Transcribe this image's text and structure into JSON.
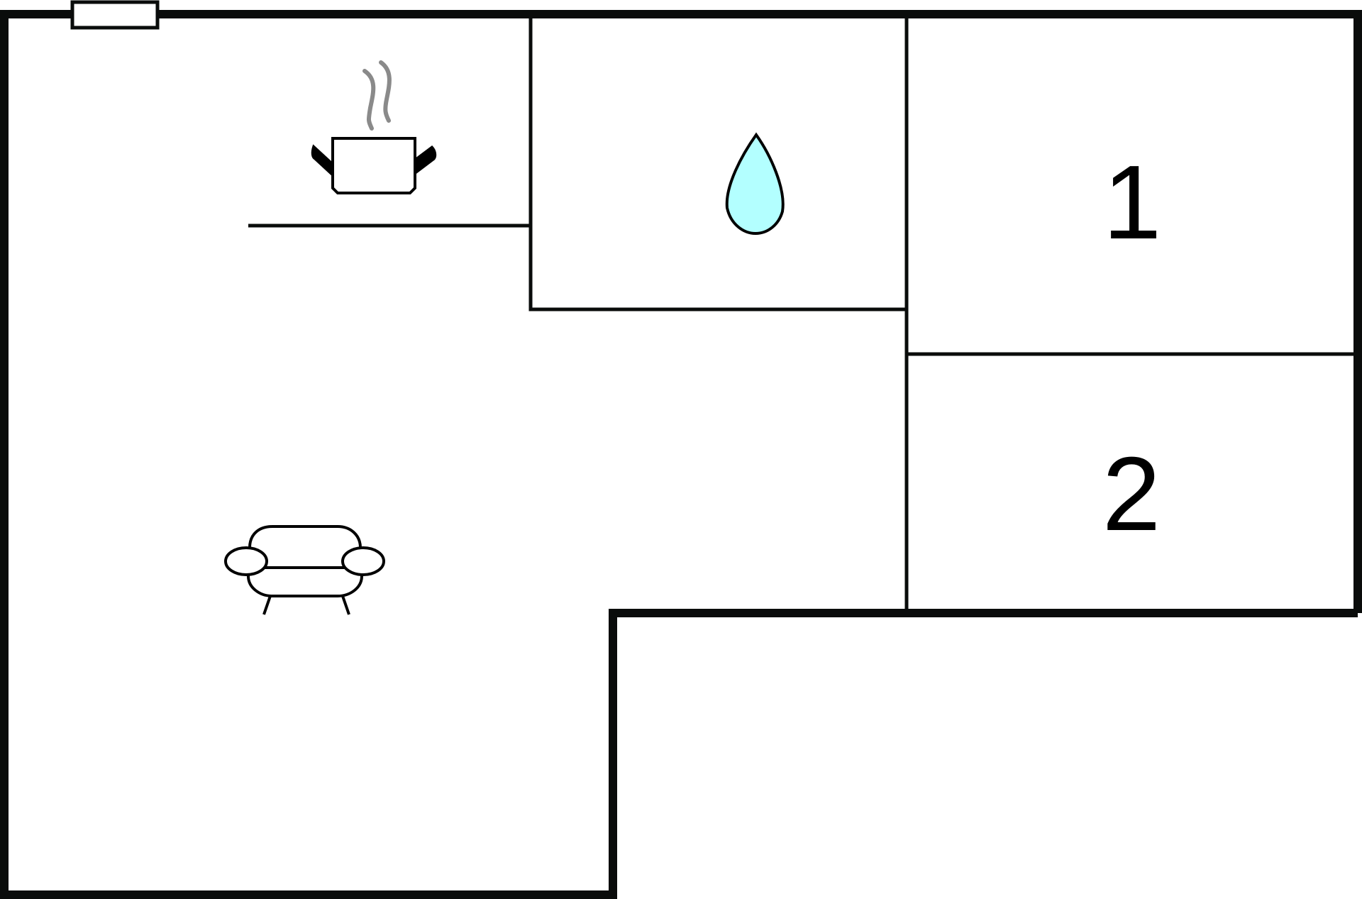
{
  "floor_plan": {
    "rooms": [
      {
        "id": "bedroom-1",
        "number": "1"
      },
      {
        "id": "bedroom-2",
        "number": "2"
      }
    ],
    "icons": [
      {
        "name": "cooking-pot-icon",
        "room": "kitchen"
      },
      {
        "name": "water-drop-icon",
        "room": "bathroom"
      },
      {
        "name": "sofa-icon",
        "room": "living-room"
      },
      {
        "name": "window-icon",
        "room": "living-room"
      }
    ],
    "colors": {
      "walls": "#0a0c0b",
      "water_drop_fill": "#b3ffff",
      "steam": "#8a8a8a",
      "background": "#ffffff"
    }
  }
}
